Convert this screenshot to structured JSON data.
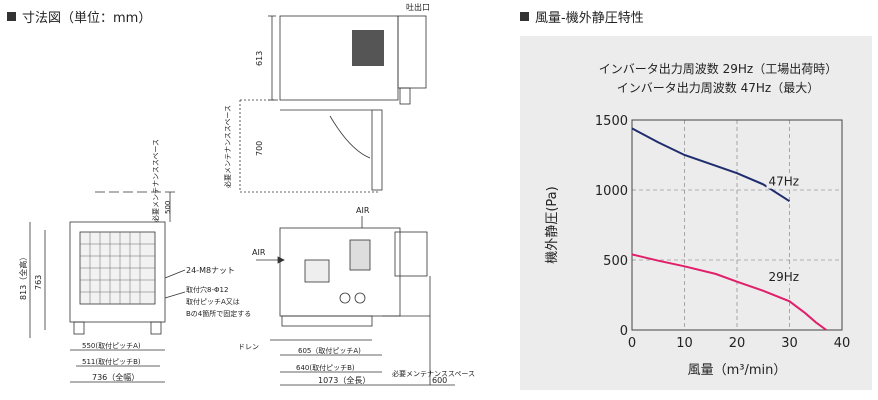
{
  "dimension_drawing": {
    "title": "寸法図（単位：mm）",
    "labels": {
      "outlet": "吐出口",
      "air_top": "AIR",
      "air_left": "AIR",
      "dim_613": "613",
      "dim_700": "700",
      "maint_side_label": "必要メンテナンススペース",
      "maint_top_label": "必要メンテナンススペース",
      "dim_500": "500",
      "maint_front_label": "必要メンテナンススペース",
      "height_total": "813（全高）",
      "height_763": "763",
      "nut": "24-M8ナット",
      "mount_hole": "取付穴8-Φ12",
      "mount_pitch": "取付ピッチA又は",
      "mount_fix": "Bの4箇所で固定する",
      "pitch_a_550": "550(取付ピッチA)",
      "pitch_b_511": "511(取付ピッチB)",
      "width_736": "736（全幅）",
      "drain": "ドレン",
      "pitch_a_605": "605（取付ピッチA)",
      "pitch_b_640": "640(取付ピッチB)",
      "length_1073": "1073（全長）",
      "space_600": "600"
    }
  },
  "chart_section": {
    "title": "風量-機外静圧特性"
  },
  "chart_data": {
    "type": "line",
    "title_lines": [
      "インバータ出力周波数 29Hz（工場出荷時）",
      "インバータ出力周波数 47Hz（最大）"
    ],
    "xlabel": "風量（m³/min）",
    "ylabel": "機外静圧(Pa)",
    "xlim": [
      0,
      40
    ],
    "ylim": [
      0,
      1500
    ],
    "x_ticks": [
      "0",
      "10",
      "20",
      "30",
      "40"
    ],
    "y_ticks": [
      "0",
      "500",
      "1000",
      "1500"
    ],
    "grid": true,
    "series": [
      {
        "name": "47Hz",
        "color": "#1f2d6e",
        "points": [
          [
            0,
            1440
          ],
          [
            5,
            1340
          ],
          [
            10,
            1250
          ],
          [
            15,
            1185
          ],
          [
            20,
            1120
          ],
          [
            25,
            1040
          ],
          [
            30,
            920
          ]
        ]
      },
      {
        "name": "29Hz",
        "color": "#e0206a",
        "points": [
          [
            0,
            540
          ],
          [
            5,
            495
          ],
          [
            10,
            455
          ],
          [
            16,
            400
          ],
          [
            20,
            345
          ],
          [
            25,
            280
          ],
          [
            30,
            205
          ],
          [
            33,
            120
          ],
          [
            35,
            55
          ],
          [
            37,
            0
          ]
        ]
      }
    ]
  }
}
